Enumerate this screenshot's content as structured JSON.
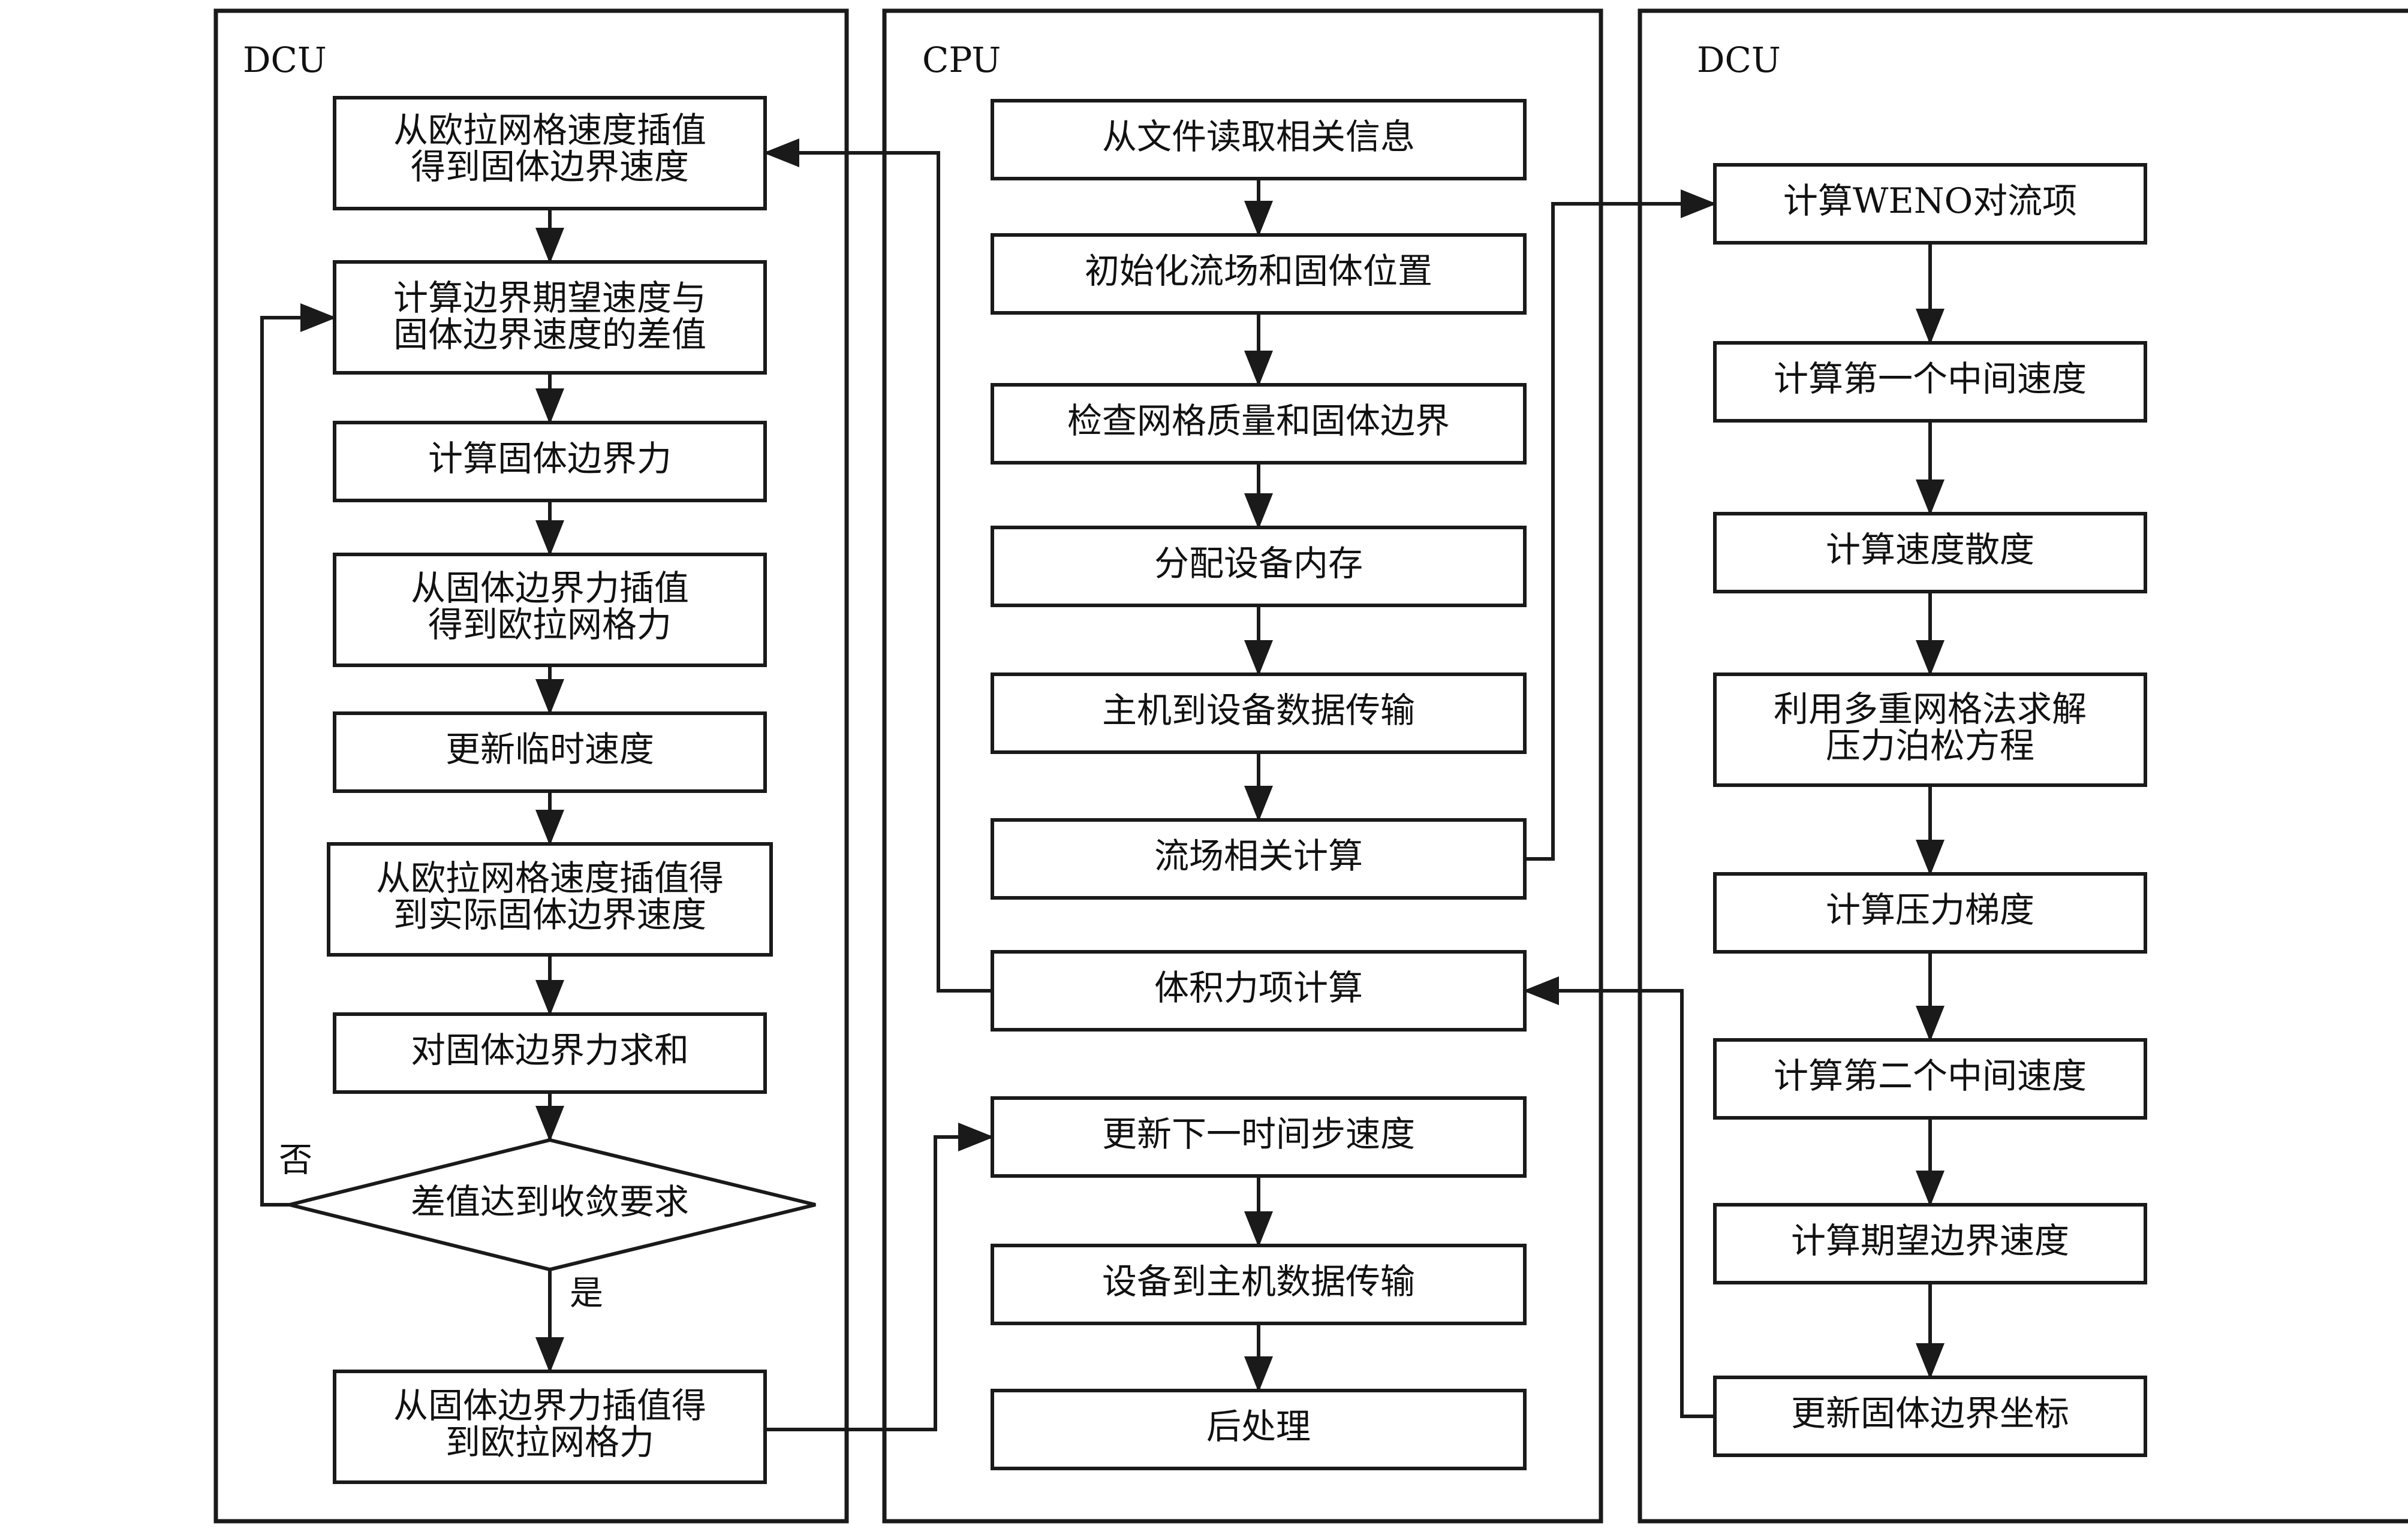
{
  "panels": {
    "left": {
      "title": "DCU"
    },
    "center": {
      "title": "CPU"
    },
    "right": {
      "title": "DCU"
    }
  },
  "left_nodes": {
    "n1": [
      "从欧拉网格速度插值",
      "得到固体边界速度"
    ],
    "n2": [
      "计算边界期望速度与",
      "固体边界速度的差值"
    ],
    "n3": [
      "计算固体边界力"
    ],
    "n4": [
      "从固体边界力插值",
      "得到欧拉网格力"
    ],
    "n5": [
      "更新临时速度"
    ],
    "n6": [
      "从欧拉网格速度插值得",
      "到实际固体边界速度"
    ],
    "n7": [
      "对固体边界力求和"
    ],
    "decision": [
      "差值达到收敛要求"
    ],
    "n8": [
      "从固体边界力插值得",
      "到欧拉网格力"
    ]
  },
  "decision_labels": {
    "no": "否",
    "yes": "是"
  },
  "center_nodes": {
    "c1": [
      "从文件读取相关信息"
    ],
    "c2": [
      "初始化流场和固体位置"
    ],
    "c3": [
      "检查网格质量和固体边界"
    ],
    "c4": [
      "分配设备内存"
    ],
    "c5": [
      "主机到设备数据传输"
    ],
    "c6": [
      "流场相关计算"
    ],
    "c7": [
      "体积力项计算"
    ],
    "c8": [
      "更新下一时间步速度"
    ],
    "c9": [
      "设备到主机数据传输"
    ],
    "c10": [
      "后处理"
    ]
  },
  "right_nodes": {
    "r1": [
      "计算WENO对流项"
    ],
    "r2": [
      "计算第一个中间速度"
    ],
    "r3": [
      "计算速度散度"
    ],
    "r4": [
      "利用多重网格法求解",
      "压力泊松方程"
    ],
    "r5": [
      "计算压力梯度"
    ],
    "r6": [
      "计算第二个中间速度"
    ],
    "r7": [
      "计算期望边界速度"
    ],
    "r8": [
      "更新固体边界坐标"
    ]
  }
}
